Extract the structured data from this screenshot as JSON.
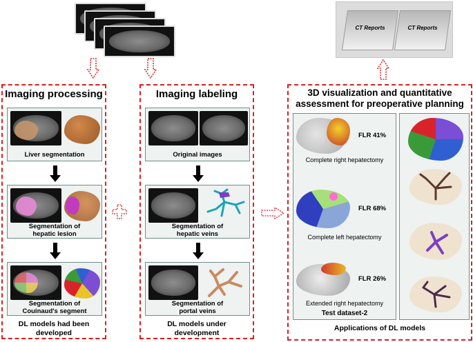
{
  "panels": {
    "processing": {
      "title": "Imaging processing",
      "captions": [
        "Liver segmentation",
        "Segmentation of\nhepatic lesion",
        "Segmentation of\nCouinaud's segment"
      ],
      "footer": "DL models had been\ndeveloped"
    },
    "labeling": {
      "title": "Imaging labeling",
      "captions": [
        "Original images",
        "Segmentation of\nhepatic veins",
        "Segmentation of\nportal veins"
      ],
      "footer": "DL models under\ndevelopment"
    },
    "applications": {
      "title": "3D visualization and quantitative\nassessment for preoperative planning",
      "cases": [
        {
          "flr": "FLR 41%",
          "label": "Complete right hepatectomy"
        },
        {
          "flr": "FLR 68%",
          "label": "Complete left hepatectomy"
        },
        {
          "flr": "FLR 26%",
          "label": "Extended right hepatectomy"
        }
      ],
      "dataset": "Test dataset-2",
      "footer": "Applications of DL models"
    }
  },
  "reports": {
    "left": "CT Reports",
    "right": "CT Reports"
  },
  "colors": {
    "dashed_border": "#d81e1e",
    "card_border": "#6f8d8a",
    "card_bg": "#eef2f1"
  }
}
